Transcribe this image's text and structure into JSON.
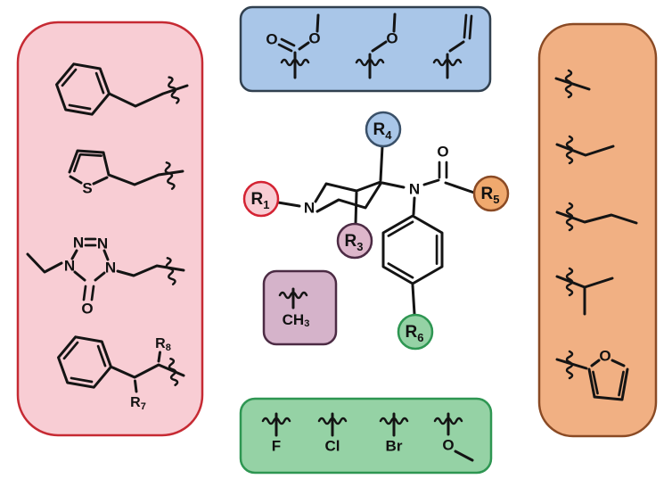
{
  "colors": {
    "bond": "#141414",
    "r1_panel_fill": "#f8cdd4",
    "r1_panel_stroke": "#c62a33",
    "r4_panel_fill": "#a9c6e8",
    "r4_panel_stroke": "#31404f",
    "r5_panel_fill": "#f1b083",
    "r5_panel_stroke": "#8a4a24",
    "r6_panel_fill": "#95d2a5",
    "r6_panel_stroke": "#2e9652",
    "r3_panel_fill": "#d5b3ca",
    "r3_panel_stroke": "#4c2b44",
    "r1_circle_fill": "#f8cdd4",
    "r1_circle_stroke": "#d42333",
    "r3_circle_fill": "#ddb6ca",
    "r3_circle_stroke": "#4c2b44",
    "r4_circle_fill": "#a9c6e8",
    "r4_circle_stroke": "#3a5068",
    "r5_circle_fill": "#f0a96e",
    "r5_circle_stroke": "#8a4a24",
    "r6_circle_fill": "#95d2a5",
    "r6_circle_stroke": "#2e9652"
  },
  "scaffold": {
    "r1_label": {
      "base": "R",
      "sub": "1"
    },
    "r3_label": {
      "base": "R",
      "sub": "3"
    },
    "r4_label": {
      "base": "R",
      "sub": "4"
    },
    "r5_label": {
      "base": "R",
      "sub": "5"
    },
    "r6_label": {
      "base": "R",
      "sub": "6"
    },
    "piperidine_n": "N",
    "anilide_n": "N",
    "carbonyl_o": "O"
  },
  "r1_panel": {
    "groups": [
      {
        "name": "phenethyl"
      },
      {
        "name": "2-thienyl-ethyl",
        "s_label": "S"
      },
      {
        "name": "ethyl-tetrazolone-ethyl",
        "n_top_left": "N",
        "n_top_right": "N",
        "n_left": "N",
        "n_right": "N",
        "o_label": "O"
      },
      {
        "name": "phenyl-r7-r8-ethyl",
        "r7_label": {
          "base": "R",
          "sub": "7"
        },
        "r8_label": {
          "base": "R",
          "sub": "8"
        }
      }
    ]
  },
  "r4_panel": {
    "groups": [
      {
        "name": "methyl-ester",
        "o_double": "O",
        "o_single": "O"
      },
      {
        "name": "methoxymethyl",
        "o_label": "O"
      },
      {
        "name": "allyl"
      }
    ]
  },
  "r5_panel": {
    "groups": [
      {
        "name": "methyl"
      },
      {
        "name": "ethyl"
      },
      {
        "name": "propyl"
      },
      {
        "name": "isopropyl"
      },
      {
        "name": "2-furyl",
        "o_label": "O"
      }
    ]
  },
  "r6_panel": {
    "groups": [
      {
        "name": "fluoro",
        "label": "F"
      },
      {
        "name": "chloro",
        "label": "Cl"
      },
      {
        "name": "bromo",
        "label": "Br"
      },
      {
        "name": "methoxy",
        "label": "O"
      }
    ]
  },
  "r3_panel": {
    "groups": [
      {
        "name": "methyl",
        "label": {
          "base": "CH",
          "sub": "3"
        }
      }
    ]
  }
}
